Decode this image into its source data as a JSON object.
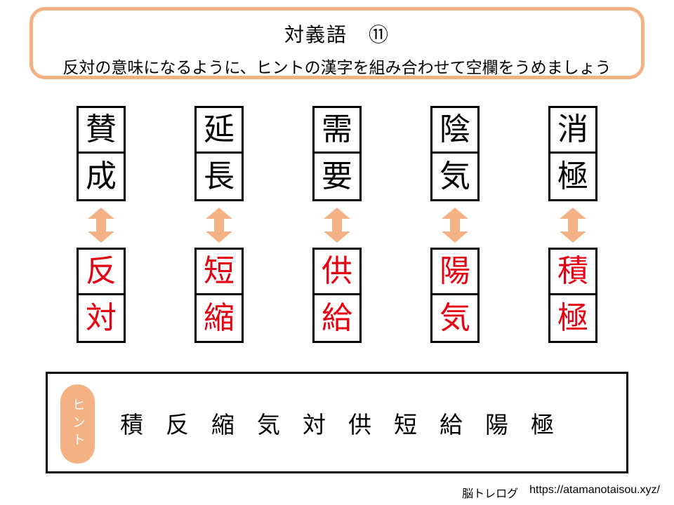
{
  "header": {
    "title": "対義語　⑪",
    "subtitle": "反対の意味になるように、ヒントの漢字を組み合わせて空欄をうめましょう"
  },
  "pairs": [
    {
      "top": [
        "賛",
        "成"
      ],
      "bottom": [
        "反",
        "対"
      ]
    },
    {
      "top": [
        "延",
        "長"
      ],
      "bottom": [
        "短",
        "縮"
      ]
    },
    {
      "top": [
        "需",
        "要"
      ],
      "bottom": [
        "供",
        "給"
      ]
    },
    {
      "top": [
        "陰",
        "気"
      ],
      "bottom": [
        "陽",
        "気"
      ]
    },
    {
      "top": [
        "消",
        "極"
      ],
      "bottom": [
        "積",
        "極"
      ]
    }
  ],
  "hint": {
    "label": "ヒント",
    "kanji": [
      "積",
      "反",
      "縮",
      "気",
      "対",
      "供",
      "短",
      "給",
      "陽",
      "極"
    ]
  },
  "footer": {
    "site": "脳トレログ",
    "url": "https://atamanotaisou.xyz/"
  },
  "colors": {
    "accent": "#f4b183",
    "answer": "#e60012",
    "ink": "#000000"
  }
}
